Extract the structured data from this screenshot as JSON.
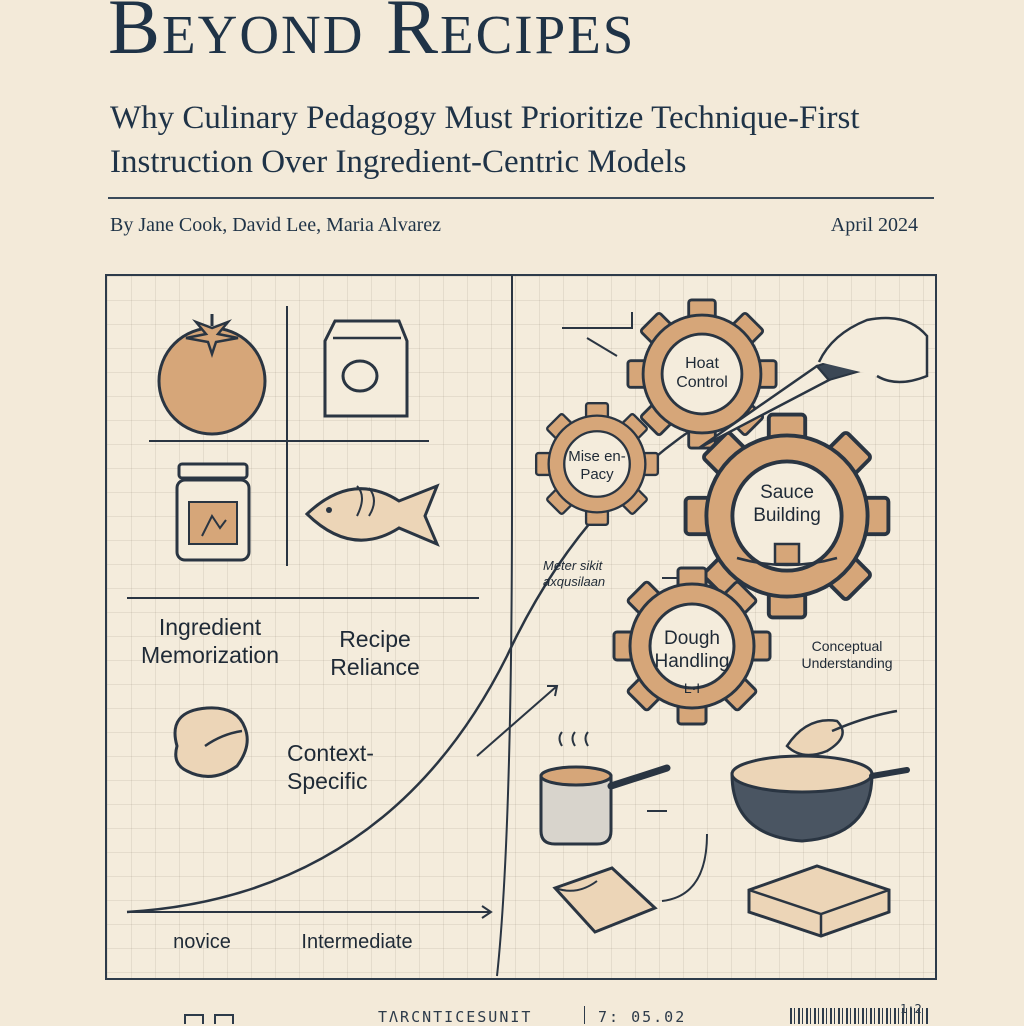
{
  "title": "Beyond Recipes",
  "subtitle": "Why Culinary Pedagogy Must Prioritize Technique-First Instruction Over Ingredient-Centric Models",
  "byline": "By Jane Cook, David Lee, Maria Alvarez",
  "date": "April 2024",
  "figure": {
    "left_labels": {
      "ingredient_memorization": "Ingredient Memorization",
      "recipe_reliance": "Recipe Reliance",
      "context_specific": "Context-Specific"
    },
    "axis_labels": {
      "novice": "novice",
      "intermediate": "Intermediate"
    },
    "gears": {
      "heat_control": "Hoat Control",
      "mise_en_place": "Mise en-Pacy",
      "sauce_building": "Sauce Building",
      "dough_handling": "Dough Handling"
    },
    "annotations": {
      "meter": "Meter sikit axqusilaan",
      "conceptual": "Conceptual Understanding",
      "dough_note": "Ŀ·I"
    },
    "colors": {
      "accent": "#d6a679",
      "ink": "#1f3347"
    }
  },
  "footer": {
    "code": "TΛRCNTICESUNIT",
    "number": "7: 05.02",
    "page": "1:2"
  }
}
